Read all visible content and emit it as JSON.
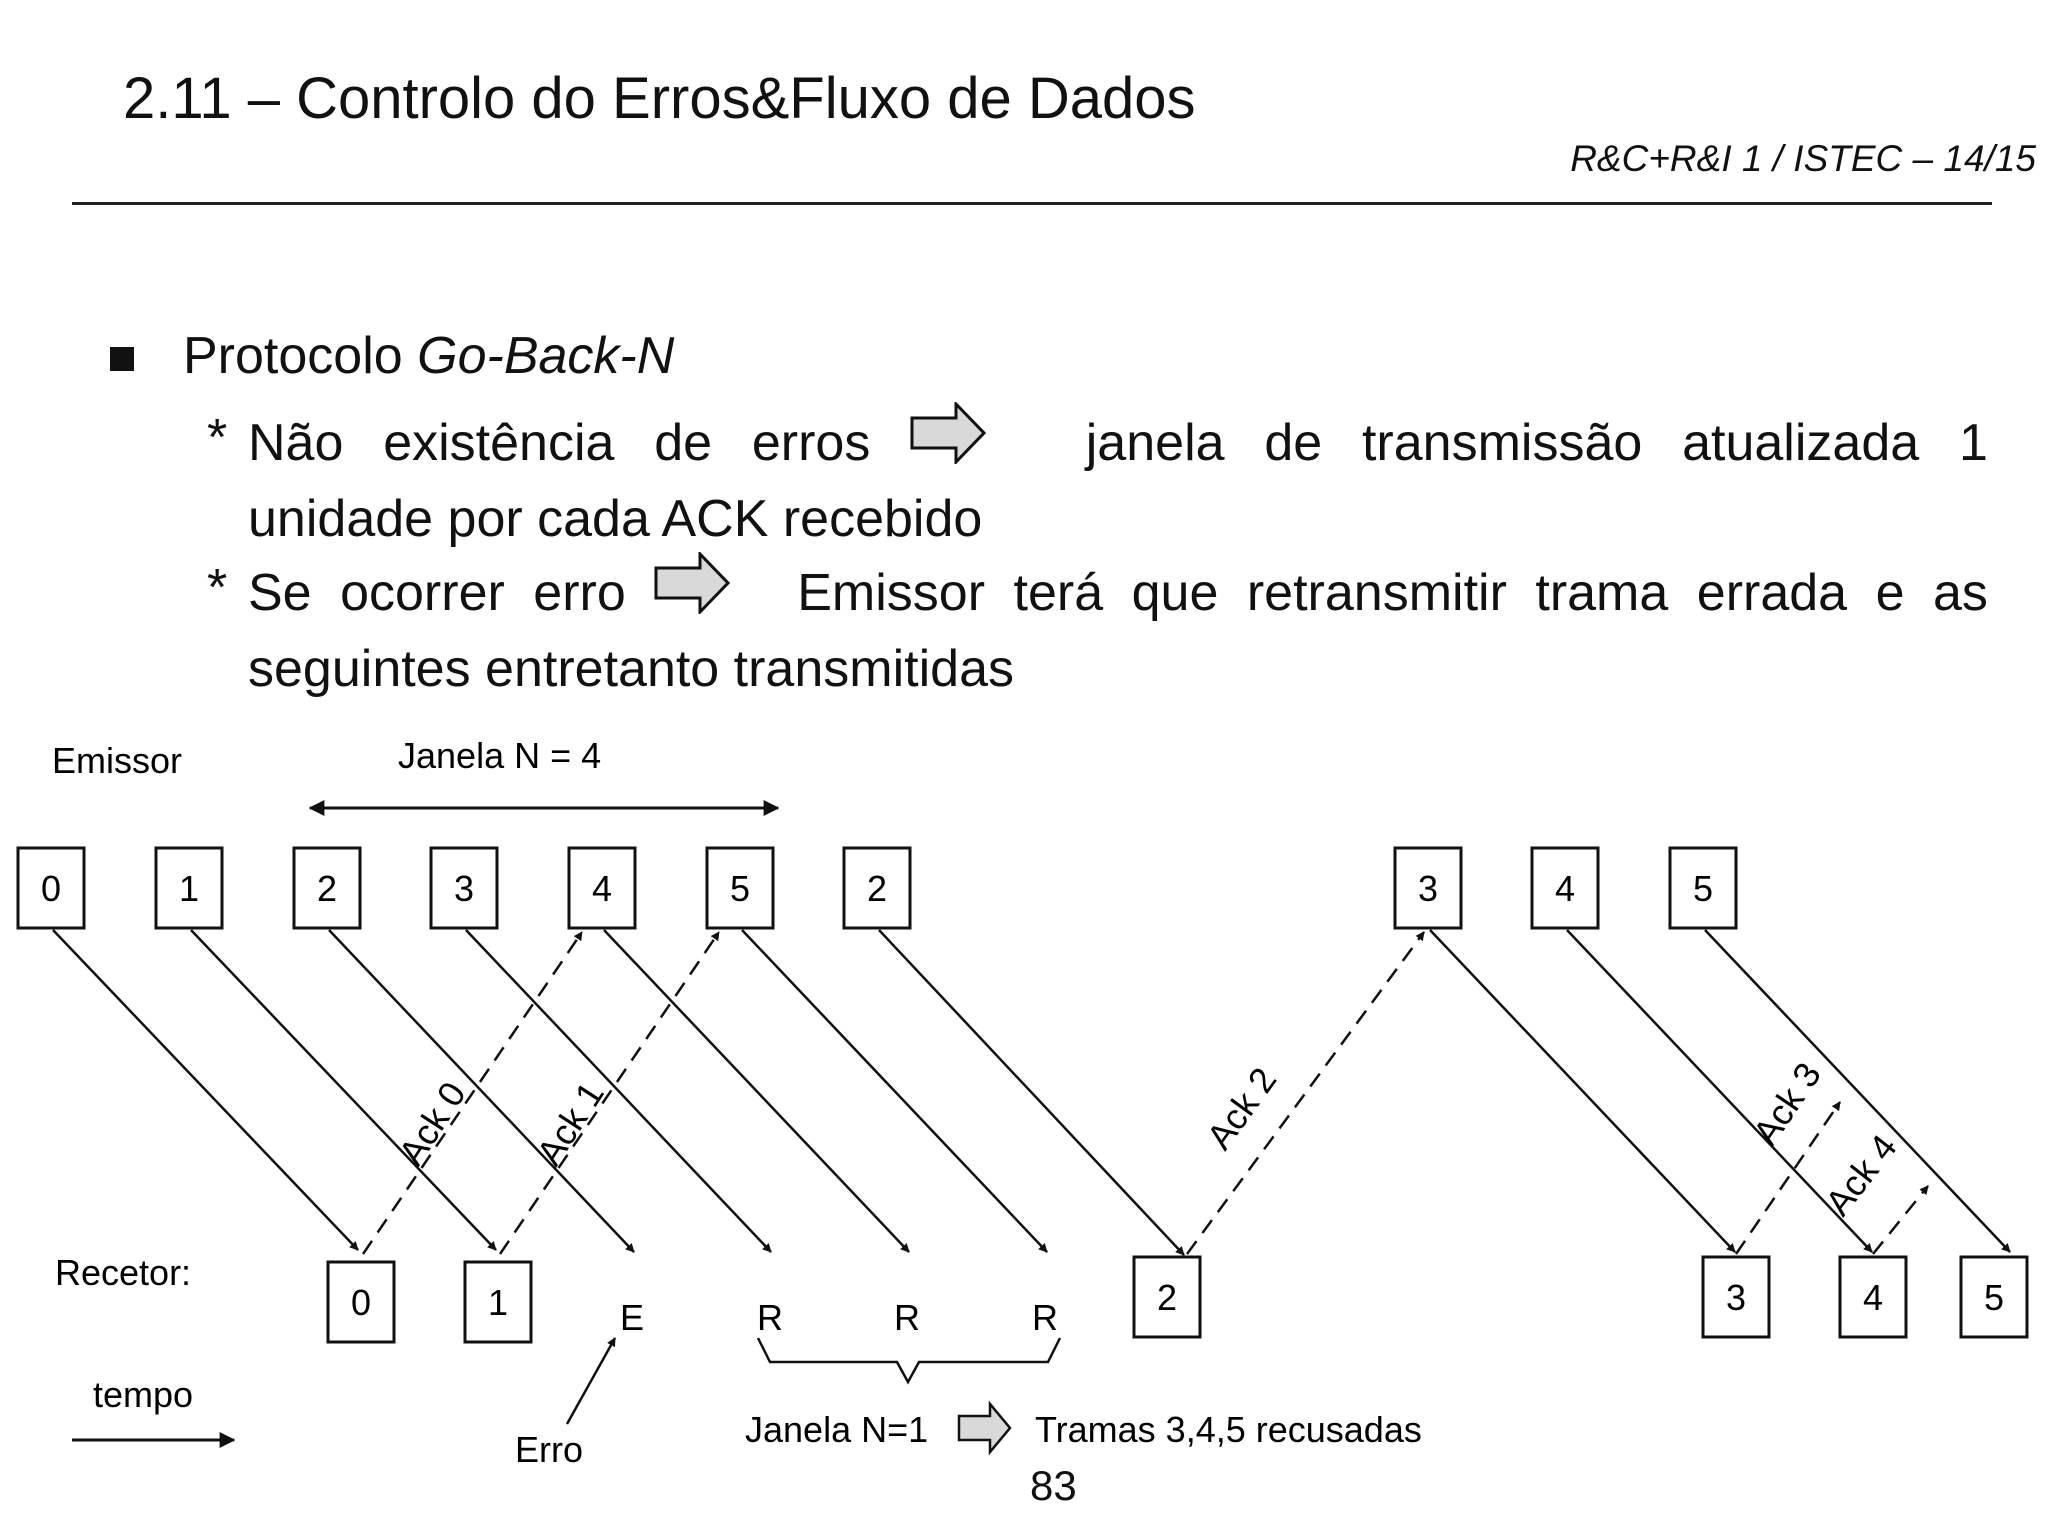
{
  "header": {
    "title": "2.11 – Controlo do Erros&Fluxo de Dados",
    "course": "R&C+R&I 1 / ISTEC – 14/15"
  },
  "bullet": {
    "prefix": "Protocolo ",
    "protocol": "Go-Back-N",
    "items": [
      {
        "star": "*",
        "words_before": [
          "Não",
          "existência",
          "de",
          "erros"
        ],
        "words_after": [
          "janela",
          "de",
          "transmissão",
          "atualizada",
          "1"
        ],
        "line2": "unidade por cada ACK recebido"
      },
      {
        "star": "*",
        "words_before": [
          "Se",
          "ocorrer",
          "erro"
        ],
        "words_after": [
          "Emissor",
          "terá",
          "que",
          "retransmitir",
          "trama",
          "errada",
          "e",
          "as"
        ],
        "line2": "seguintes entretanto transmitidas"
      }
    ]
  },
  "diagram": {
    "sender_label": "Emissor",
    "window_label": "Janela N = 4",
    "receiver_label": "Recetor:",
    "time_label": "tempo",
    "error_label": "Erro",
    "bottom_window_label": "Janela N=1",
    "rejected_label": "Tramas 3,4,5 recusadas",
    "sender_frames": [
      "0",
      "1",
      "2",
      "3",
      "4",
      "5",
      "2",
      "3",
      "4",
      "5"
    ],
    "receiver_frames": [
      "0",
      "1",
      "2",
      "3",
      "4",
      "5"
    ],
    "receiver_marks": [
      "E",
      "R",
      "R",
      "R"
    ],
    "acks": [
      "Ack 0",
      "Ack 1",
      "Ack 2",
      "Ack 3",
      "Ack 4"
    ],
    "arrow_color": "#d9d9d9"
  },
  "page_number": "83"
}
